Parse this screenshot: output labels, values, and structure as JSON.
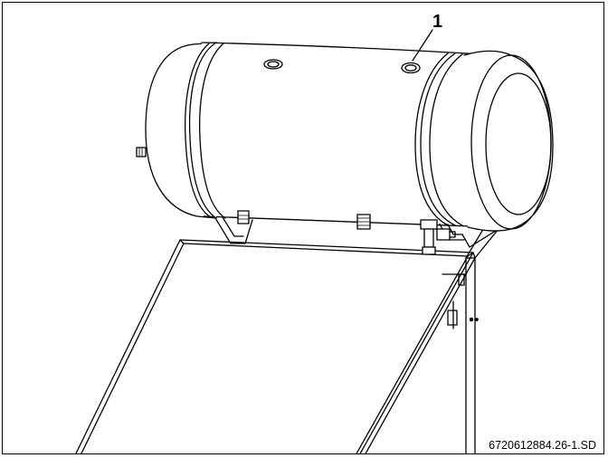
{
  "figure": {
    "callout_number": "1",
    "figure_code": "6720612884.26-1.SD",
    "callout_target": "top connection port of storage tank"
  },
  "diagram_parts": [
    "storage-tank",
    "tank-end-cap-left",
    "tank-end-cap-right",
    "support-bracket-left",
    "support-bracket-right",
    "solar-collector-panel",
    "support-frame-legs",
    "pipe-fitting"
  ],
  "colors": {
    "line": "#000000",
    "background": "#ffffff"
  }
}
